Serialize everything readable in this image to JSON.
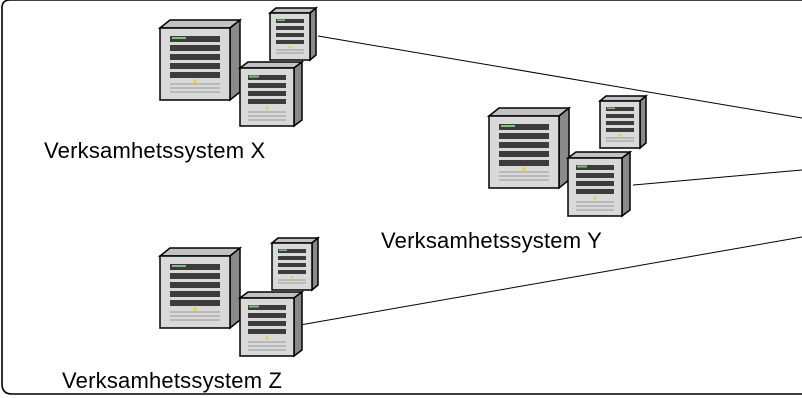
{
  "diagram": {
    "groups": [
      {
        "id": "x",
        "label": "Verksamhetssystem X"
      },
      {
        "id": "y",
        "label": "Verksamhetssystem Y"
      },
      {
        "id": "z",
        "label": "Verksamhetssystem Z"
      }
    ],
    "colors": {
      "tower_front": "#d4d4d4",
      "tower_side": "#8a8a8a",
      "tower_top": "#b4b4b4",
      "bay": "#3c3c3c",
      "line": "#000000"
    }
  }
}
